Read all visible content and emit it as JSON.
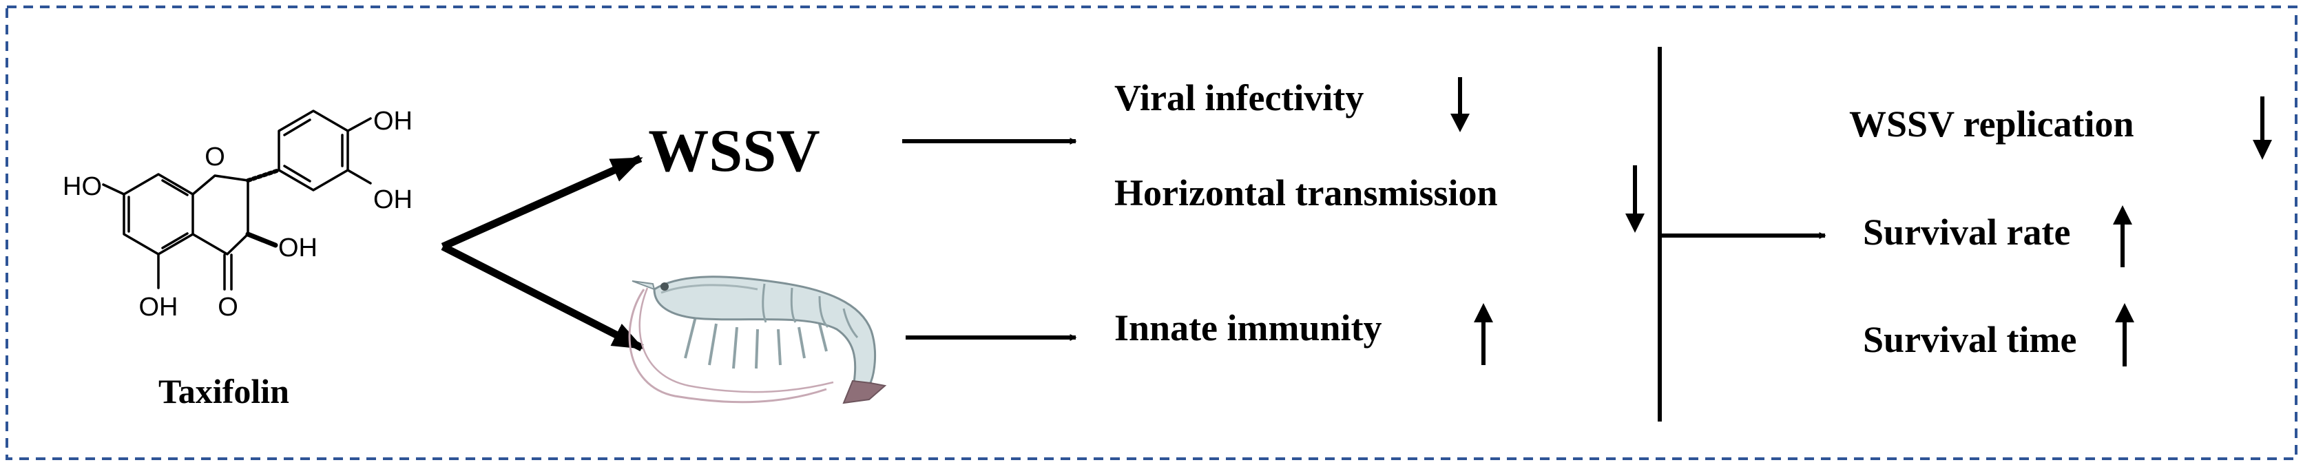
{
  "molecule": {
    "name": "Taxifolin",
    "groups": [
      "HO",
      "OH",
      "OH",
      "O",
      "OH",
      "OH",
      "O"
    ]
  },
  "virus": {
    "label": "WSSV"
  },
  "virus_effects": [
    {
      "text": "Viral infectivity",
      "direction": "down"
    },
    {
      "text": "Horizontal transmission",
      "direction": "down"
    }
  ],
  "host_effects": [
    {
      "text": "Innate immunity",
      "direction": "up"
    }
  ],
  "outcomes": [
    {
      "text": "WSSV replication",
      "direction": "down"
    },
    {
      "text": "Survival rate",
      "direction": "up"
    },
    {
      "text": "Survival time",
      "direction": "up"
    }
  ],
  "colors": {
    "frame": "#2f5597",
    "line": "#000000",
    "shrimp": "#d6e2e4",
    "shrimp_outline": "#7f9196",
    "shrimp_tail": "#8e6f78"
  },
  "icons": {
    "shrimp": "shrimp-illustration",
    "arrow_down": "down-arrow-icon",
    "arrow_up": "up-arrow-icon"
  }
}
